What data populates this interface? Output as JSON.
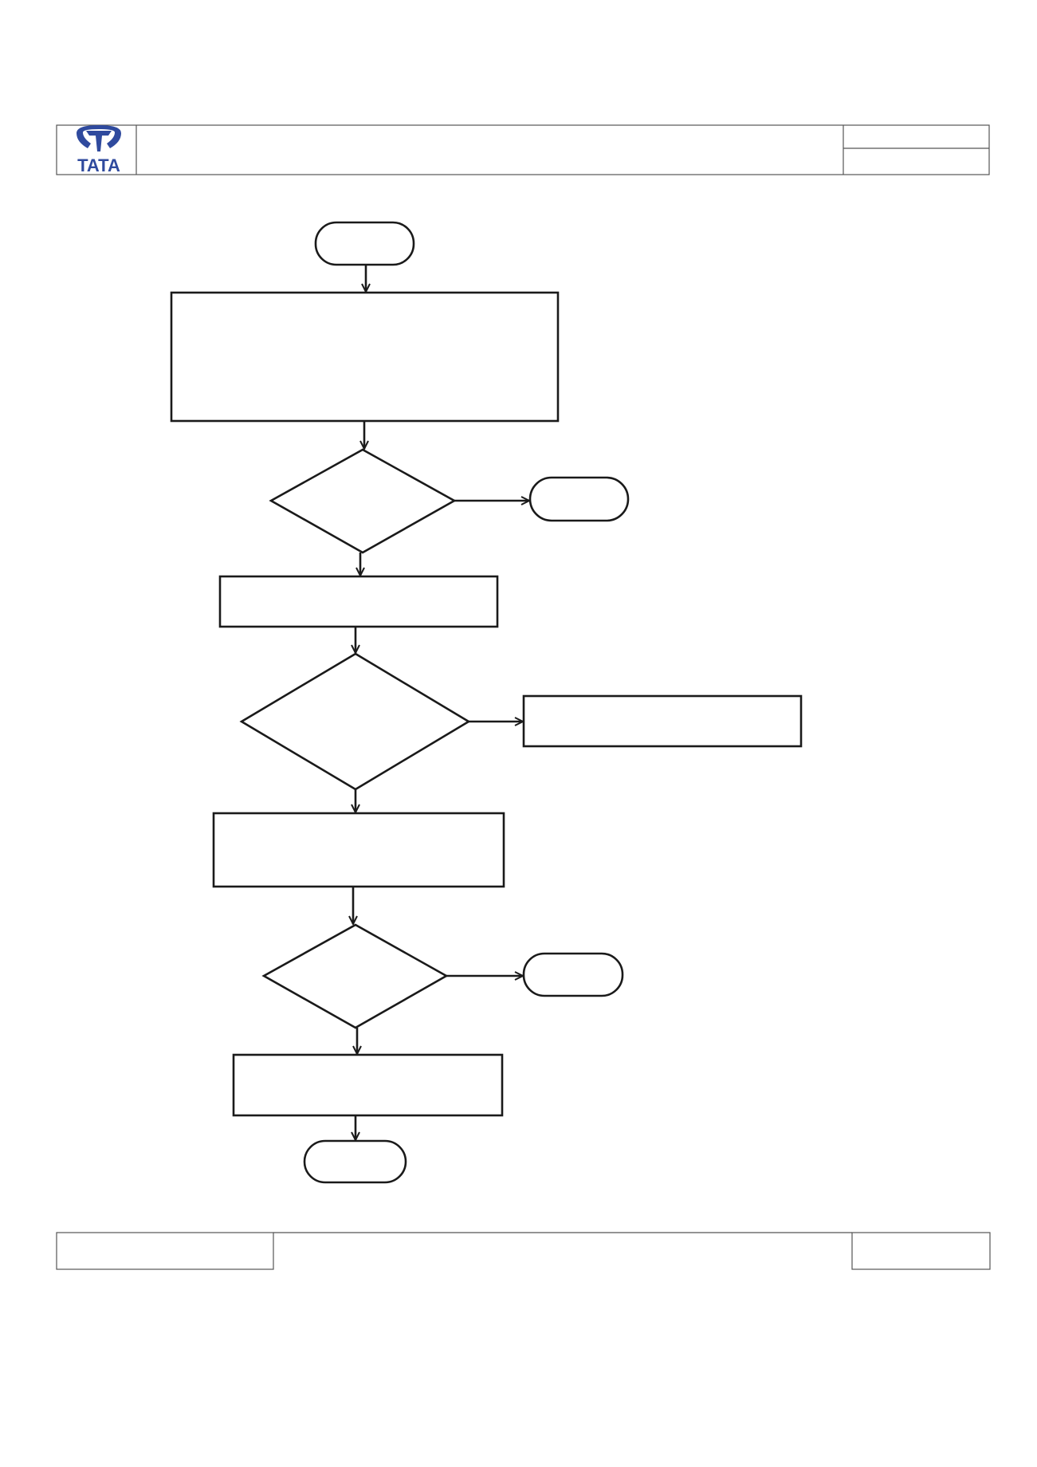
{
  "header": {
    "logo": {
      "wordmark": "TATA",
      "color": "#2f4a9e"
    },
    "title": "",
    "doc_fields": [
      "",
      ""
    ]
  },
  "footer": {
    "left": "",
    "center": "",
    "right": ""
  },
  "flowchart": {
    "line_color": "#1a1a1a",
    "nodes": [
      {
        "id": "start",
        "shape": "terminator",
        "label": ""
      },
      {
        "id": "step-1",
        "shape": "process",
        "label": ""
      },
      {
        "id": "decision-1",
        "shape": "decision",
        "label": ""
      },
      {
        "id": "end-1",
        "shape": "terminator",
        "label": ""
      },
      {
        "id": "step-2",
        "shape": "process",
        "label": ""
      },
      {
        "id": "decision-2",
        "shape": "decision",
        "label": ""
      },
      {
        "id": "side-step",
        "shape": "process",
        "label": ""
      },
      {
        "id": "step-3",
        "shape": "process",
        "label": ""
      },
      {
        "id": "decision-3",
        "shape": "decision",
        "label": ""
      },
      {
        "id": "end-2",
        "shape": "terminator",
        "label": ""
      },
      {
        "id": "step-4",
        "shape": "process",
        "label": ""
      },
      {
        "id": "end-final",
        "shape": "terminator",
        "label": ""
      }
    ]
  }
}
